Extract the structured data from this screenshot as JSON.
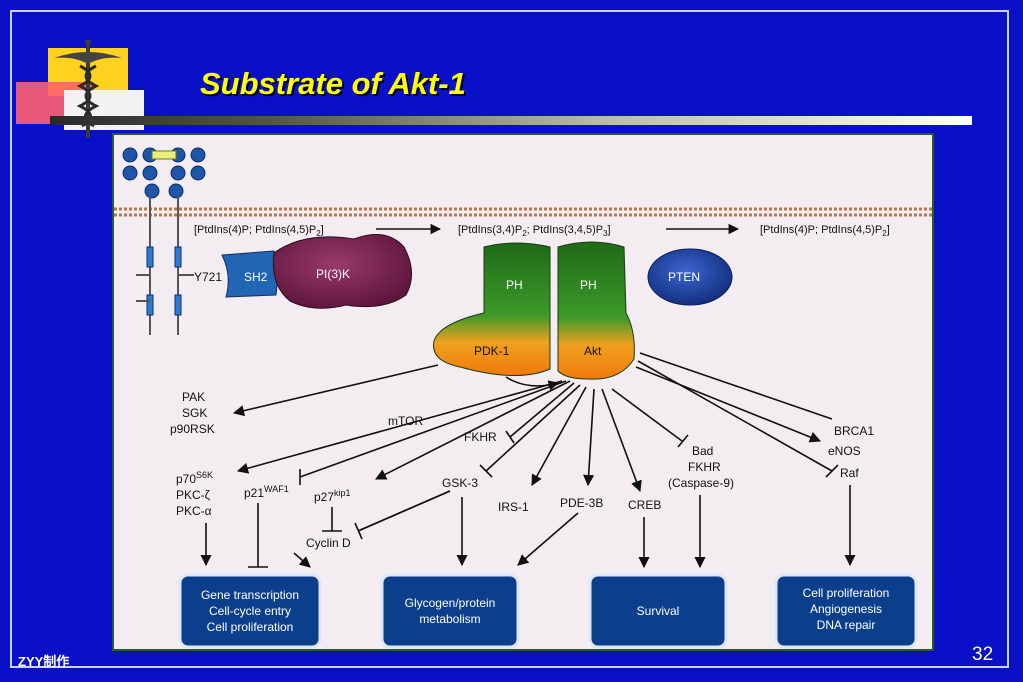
{
  "slide": {
    "title": "Substrate of Akt-1",
    "footer_left": "ZYY制作",
    "page_number": "32"
  },
  "diagram": {
    "membrane_states": {
      "left": "[PtdIns(4)P; PtdIns(4,5)P",
      "left_sub": "2",
      "middle_a": "[PtdIns(3,4)P",
      "middle_a_sub": "2",
      "middle_b": "; PtdIns(3,4,5)P",
      "middle_b_sub": "3",
      "right": "[PtdIns(4)P; PtdIns(4,5)P",
      "right_sub": "2",
      "close": "]"
    },
    "receptor": {
      "site": "Y721",
      "domain": "SH2"
    },
    "proteins": {
      "pi3k": "PI(3)K",
      "pten": "PTEN",
      "pdk1_ph": "PH",
      "pdk1": "PDK-1",
      "akt_ph": "PH",
      "akt": "Akt"
    },
    "substrates": {
      "pak": "PAK",
      "sgk": "SGK",
      "p90rsk": "p90RSK",
      "mtor": "mTOR",
      "p70": "p70",
      "p70_sup": "S6K",
      "pkc_zeta": "PKC-ζ",
      "pkc_alpha": "PKC-α",
      "p21": "p21",
      "p21_sup": "WAF1",
      "fkhr": "FKHR",
      "p27": "p27",
      "p27_sup": "kip1",
      "gsk3": "GSK-3",
      "cyclin_d": "Cyclin D",
      "irs1": "IRS-1",
      "pde3b": "PDE-3B",
      "creb": "CREB",
      "bad": "Bad",
      "fkhr2": "FKHR",
      "caspase9": "(Caspase-9)",
      "brca1": "BRCA1",
      "enos": "eNOS",
      "raf": "Raf"
    },
    "outcomes": [
      {
        "lines": [
          "Gene transcription",
          "Cell-cycle entry",
          "Cell proliferation"
        ]
      },
      {
        "lines": [
          "Glycogen/protein",
          "metabolism"
        ]
      },
      {
        "lines": [
          "Survival"
        ]
      },
      {
        "lines": [
          "Cell proliferation",
          "Angiogenesis",
          "DNA repair"
        ]
      }
    ]
  },
  "colors": {
    "background": "#0a10c8",
    "title": "#ffff00",
    "outcome_box": "#0b3f8c",
    "pi3k": "#6e1d46",
    "ph_domain": "#2f7d22",
    "kinase": "#f08a10",
    "pten": "#1c3f9c",
    "receptor_bead": "#1f55a8"
  }
}
